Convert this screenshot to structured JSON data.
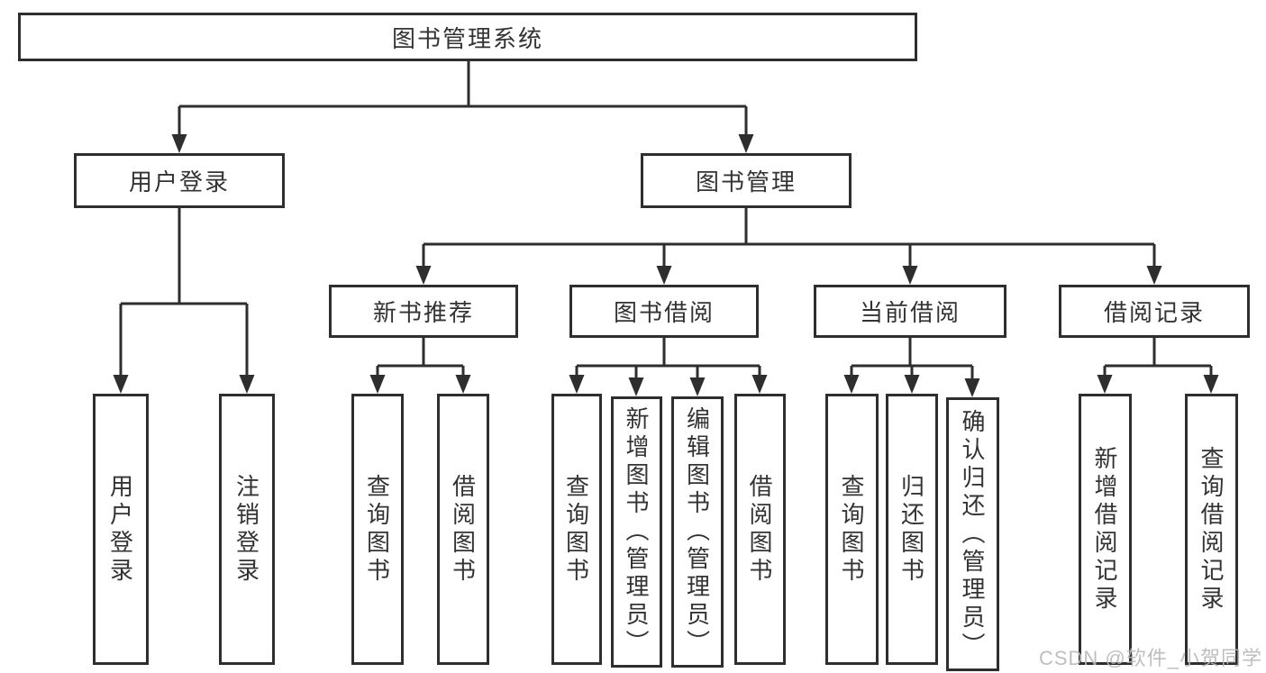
{
  "tree": {
    "label": "图书管理系统",
    "children": [
      {
        "label": "用户登录",
        "children": [
          {
            "label": "用户登录"
          },
          {
            "label": "注销登录"
          }
        ]
      },
      {
        "label": "图书管理",
        "children": [
          {
            "label": "新书推荐",
            "children": [
              {
                "label": "查询图书"
              },
              {
                "label": "借阅图书"
              }
            ]
          },
          {
            "label": "图书借阅",
            "children": [
              {
                "label": "查询图书"
              },
              {
                "label": "新增图书（管理员）"
              },
              {
                "label": "编辑图书（管理员）"
              },
              {
                "label": "借阅图书"
              }
            ]
          },
          {
            "label": "当前借阅",
            "children": [
              {
                "label": "查询图书"
              },
              {
                "label": "归还图书"
              },
              {
                "label": "确认归还（管理员）"
              }
            ]
          },
          {
            "label": "借阅记录",
            "children": [
              {
                "label": "新增借阅记录"
              },
              {
                "label": "查询借阅记录"
              }
            ]
          }
        ]
      }
    ]
  },
  "watermark": "CSDN @软件_小贺同学",
  "colors": {
    "line": "#2e2e2e",
    "box_border": "#2e2e2e",
    "text": "#333333",
    "watermark": "#b8b8b8",
    "background": "#ffffff"
  }
}
